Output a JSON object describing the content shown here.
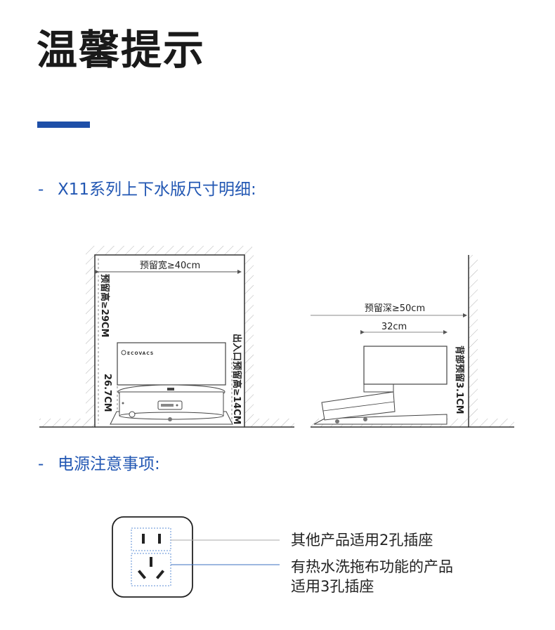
{
  "header": {
    "title": "温馨提示"
  },
  "sections": {
    "dimensions": {
      "dash": "-",
      "label": "X11系列上下水版尺寸明细:"
    },
    "power": {
      "dash": "-",
      "label": "电源注意事项:"
    }
  },
  "diagram_left": {
    "width_label": "预留宽≥40cm",
    "height_label": "预留高≥29CM",
    "robot_height_label": "26.7CM",
    "outlet_label": "出入口预留高≥14CM",
    "brand": "ECOVACS"
  },
  "diagram_right": {
    "depth_label": "预留深≥50cm",
    "body_label": "32cm",
    "back_label": "背部预留3.1CM"
  },
  "sockets": {
    "two_hole_note": "其他产品适用2孔插座",
    "three_hole_note_line1": "有热水洗拖布功能的产品",
    "three_hole_note_line2": "适用3孔插座"
  },
  "colors": {
    "accent": "#1e4fa8",
    "section_text": "#2257b3",
    "line": "#333333",
    "divider": "#3b6fc0"
  }
}
